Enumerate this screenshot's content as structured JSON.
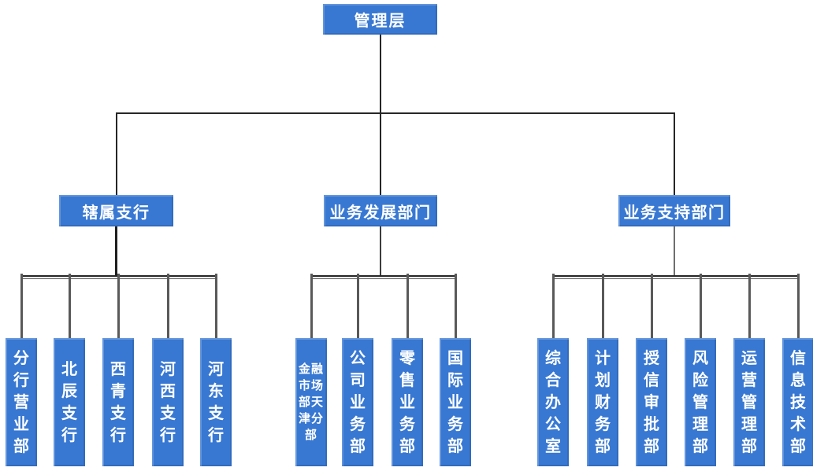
{
  "colors": {
    "node_blue": "#3878D2",
    "line_dark": "#262626",
    "line_gray": "#595959",
    "text_white": "#FFFFFF"
  },
  "root": {
    "label": "管理层"
  },
  "groups": [
    {
      "label": "辖属支行",
      "children": [
        {
          "label": "分行营业部",
          "display": "分\n行\n营\n业\n部"
        },
        {
          "label": "北辰支行",
          "display": "北\n辰\n支\n行"
        },
        {
          "label": "西青支行",
          "display": "西\n青\n支\n行"
        },
        {
          "label": "河西支行",
          "display": "河\n西\n支\n行"
        },
        {
          "label": "河东支行",
          "display": "河\n东\n支\n行"
        }
      ]
    },
    {
      "label": "业务发展部门",
      "children": [
        {
          "label": "金融市场部天津分部",
          "display": "金融\n市场\n部天\n津分\n部"
        },
        {
          "label": "公司业务部",
          "display": "公\n司\n业\n务\n部"
        },
        {
          "label": "零售业务部",
          "display": "零\n售\n业\n务\n部"
        },
        {
          "label": "国际业务部",
          "display": "国\n际\n业\n务\n部"
        }
      ]
    },
    {
      "label": "业务支持部门",
      "children": [
        {
          "label": "综合办公室",
          "display": "综\n合\n办\n公\n室"
        },
        {
          "label": "计划财务部",
          "display": "计\n划\n财\n务\n部"
        },
        {
          "label": "授信审批部",
          "display": "授\n信\n审\n批\n部"
        },
        {
          "label": "风险管理部",
          "display": "风\n险\n管\n理\n部"
        },
        {
          "label": "运营管理部",
          "display": "运\n营\n管\n理\n部"
        },
        {
          "label": "信息技术部",
          "display": "信\n息\n技\n术\n部"
        }
      ]
    }
  ]
}
